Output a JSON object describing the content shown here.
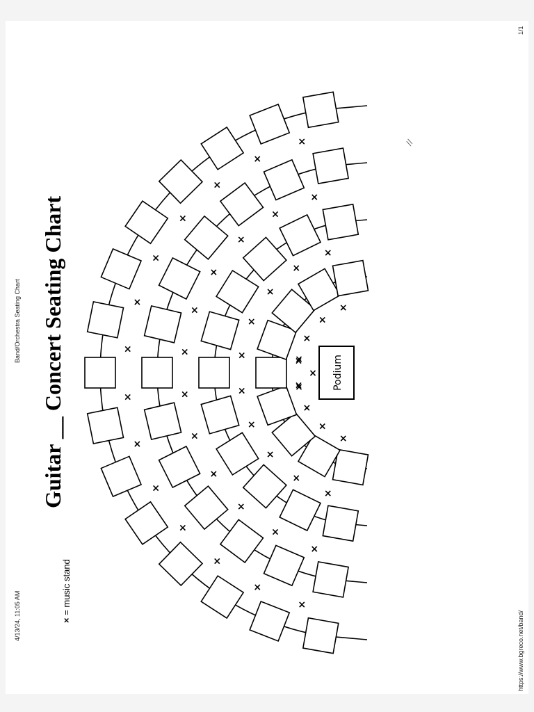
{
  "header": {
    "timestamp": "4/13/24, 11:05 AM",
    "doc_title": "Band/Orchestra Seating Chart"
  },
  "footer": {
    "url": "https://www.bgreco.net/band/",
    "page": "1/1"
  },
  "title": {
    "instrument": "Guitar",
    "blank": "__",
    "text": "Concert Seating Chart"
  },
  "legend": {
    "symbol": "×",
    "text": "= music stand"
  },
  "podium": {
    "label": "Podium"
  },
  "rows": [
    {
      "chairs": 15
    },
    {
      "chairs": 13
    },
    {
      "chairs": 11
    },
    {
      "chairs": 9
    }
  ],
  "stray_mark": "//",
  "colors": {
    "ink": "#000000",
    "paper": "#ffffff"
  }
}
